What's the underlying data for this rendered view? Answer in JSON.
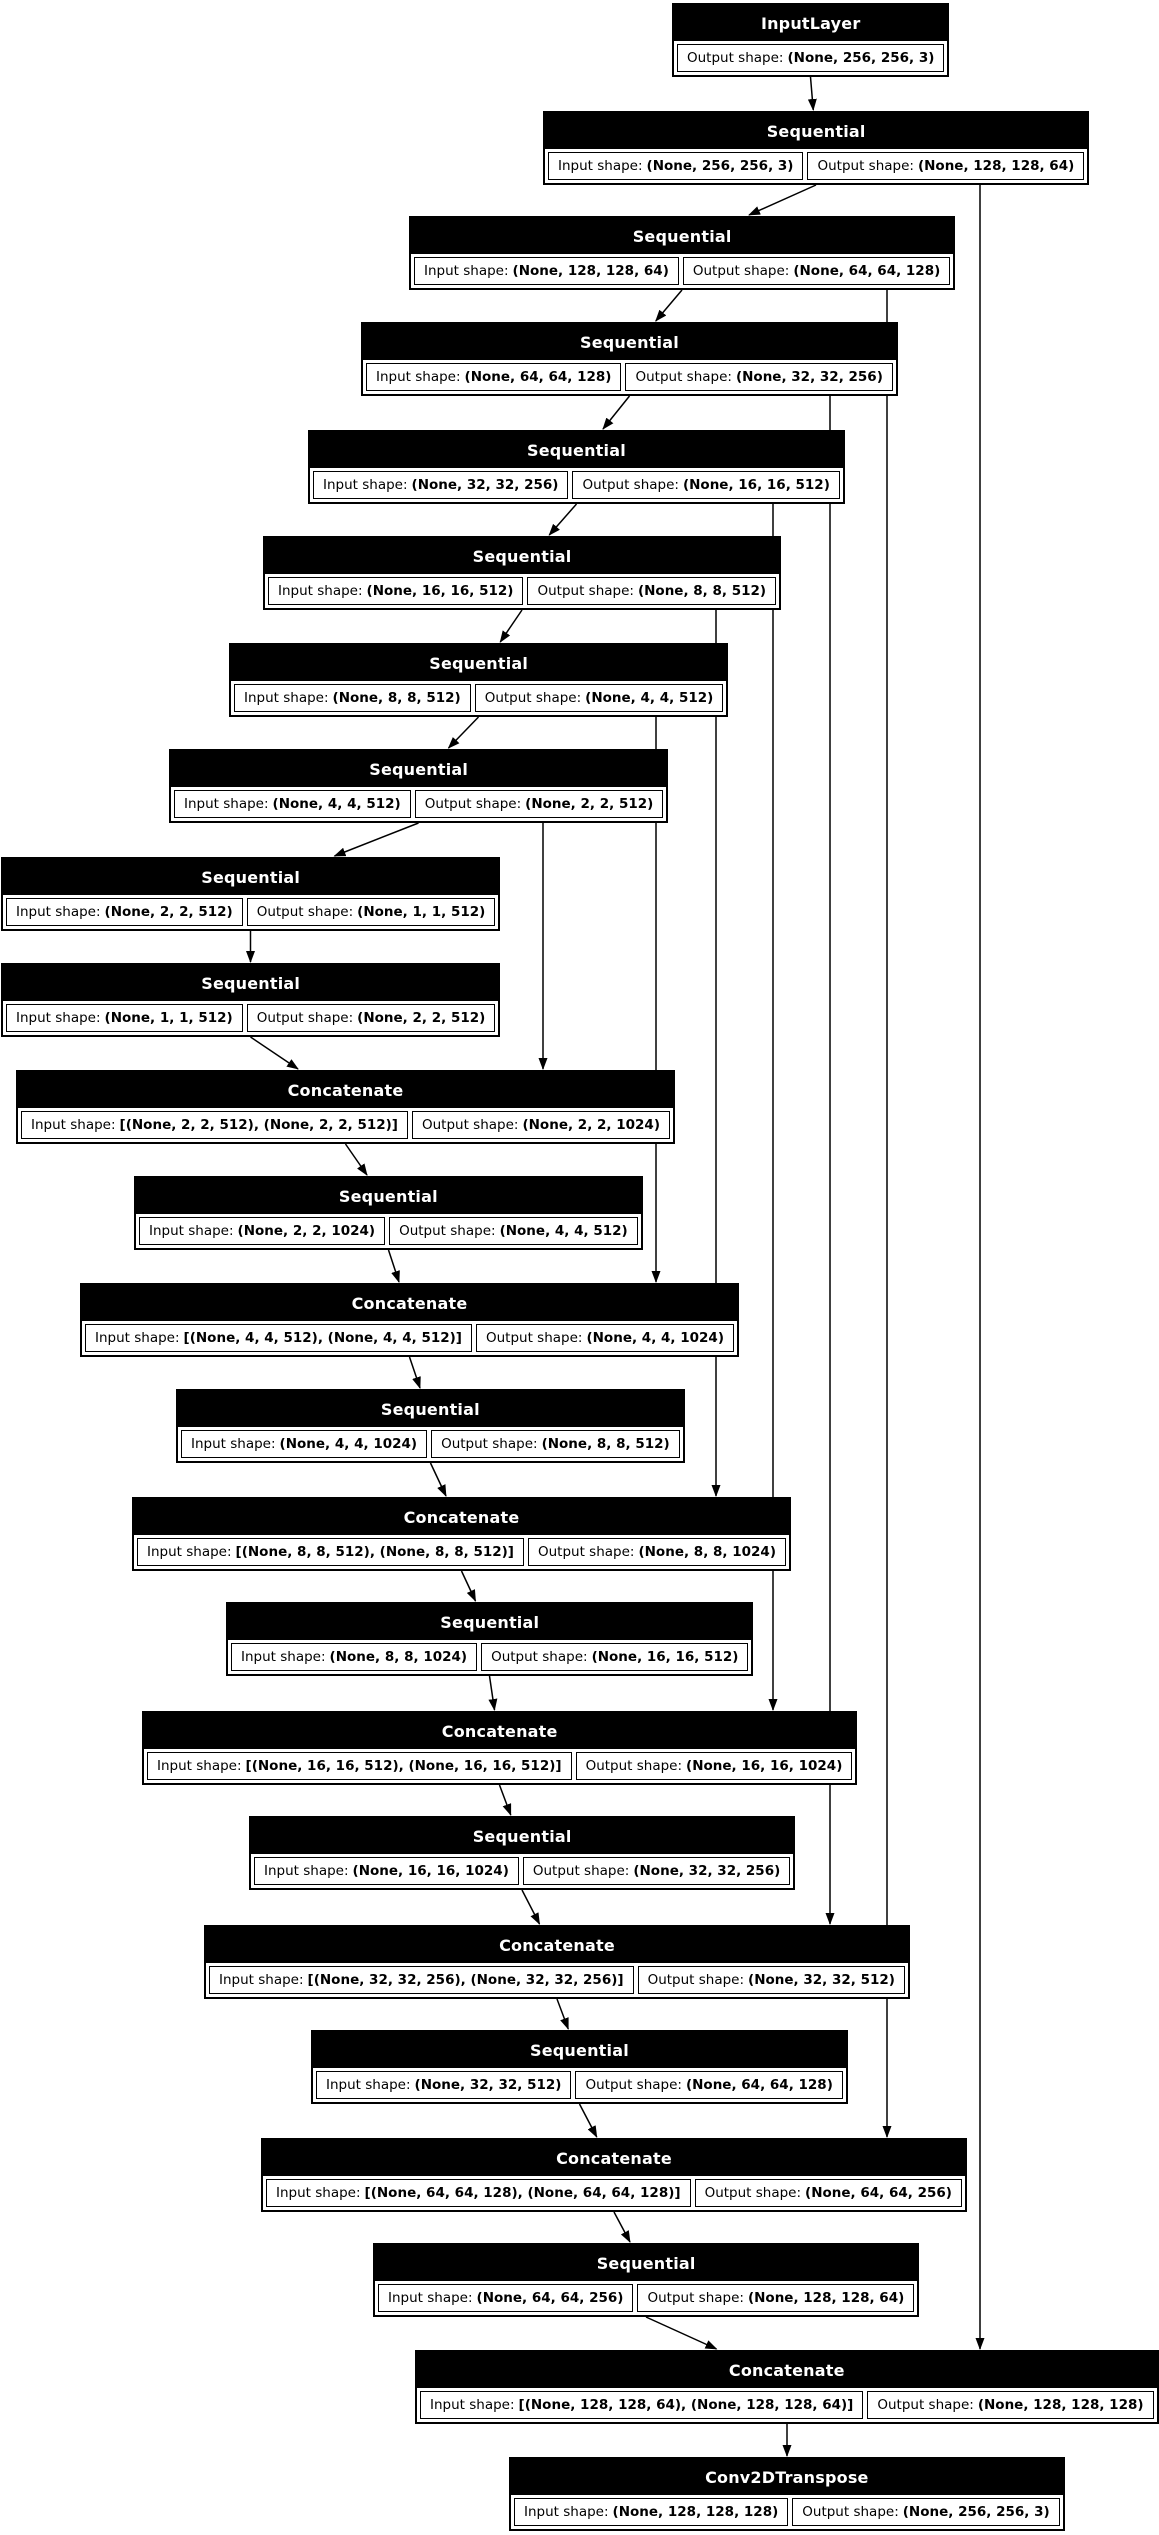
{
  "diagram": {
    "kind": "keras-model-graph",
    "labels": {
      "input_shape": "Input shape:",
      "output_shape": "Output shape:"
    },
    "colors": {
      "node_header_bg": "#000000",
      "node_header_text": "#ffffff",
      "node_body_bg": "#ffffff",
      "border": "#000000",
      "edge": "#000000",
      "background": "#ffffff"
    },
    "nodes": [
      {
        "id": "input",
        "title": "InputLayer",
        "input_shape": null,
        "output_shape": "(None, 256, 256, 3)"
      },
      {
        "id": "seq1",
        "title": "Sequential",
        "input_shape": "(None, 256, 256, 3)",
        "output_shape": "(None, 128, 128, 64)"
      },
      {
        "id": "seq2",
        "title": "Sequential",
        "input_shape": "(None, 128, 128, 64)",
        "output_shape": "(None, 64, 64, 128)"
      },
      {
        "id": "seq3",
        "title": "Sequential",
        "input_shape": "(None, 64, 64, 128)",
        "output_shape": "(None, 32, 32, 256)"
      },
      {
        "id": "seq4",
        "title": "Sequential",
        "input_shape": "(None, 32, 32, 256)",
        "output_shape": "(None, 16, 16, 512)"
      },
      {
        "id": "seq5",
        "title": "Sequential",
        "input_shape": "(None, 16, 16, 512)",
        "output_shape": "(None, 8, 8, 512)"
      },
      {
        "id": "seq6",
        "title": "Sequential",
        "input_shape": "(None, 8, 8, 512)",
        "output_shape": "(None, 4, 4, 512)"
      },
      {
        "id": "seq7",
        "title": "Sequential",
        "input_shape": "(None, 4, 4, 512)",
        "output_shape": "(None, 2, 2, 512)"
      },
      {
        "id": "seq8",
        "title": "Sequential",
        "input_shape": "(None, 2, 2, 512)",
        "output_shape": "(None, 1, 1, 512)"
      },
      {
        "id": "seq9",
        "title": "Sequential",
        "input_shape": "(None, 1, 1, 512)",
        "output_shape": "(None, 2, 2, 512)"
      },
      {
        "id": "cat1",
        "title": "Concatenate",
        "input_shape": "[(None, 2, 2, 512), (None, 2, 2, 512)]",
        "output_shape": "(None, 2, 2, 1024)"
      },
      {
        "id": "seq10",
        "title": "Sequential",
        "input_shape": "(None, 2, 2, 1024)",
        "output_shape": "(None, 4, 4, 512)"
      },
      {
        "id": "cat2",
        "title": "Concatenate",
        "input_shape": "[(None, 4, 4, 512), (None, 4, 4, 512)]",
        "output_shape": "(None, 4, 4, 1024)"
      },
      {
        "id": "seq11",
        "title": "Sequential",
        "input_shape": "(None, 4, 4, 1024)",
        "output_shape": "(None, 8, 8, 512)"
      },
      {
        "id": "cat3",
        "title": "Concatenate",
        "input_shape": "[(None, 8, 8, 512), (None, 8, 8, 512)]",
        "output_shape": "(None, 8, 8, 1024)"
      },
      {
        "id": "seq12",
        "title": "Sequential",
        "input_shape": "(None, 8, 8, 1024)",
        "output_shape": "(None, 16, 16, 512)"
      },
      {
        "id": "cat4",
        "title": "Concatenate",
        "input_shape": "[(None, 16, 16, 512), (None, 16, 16, 512)]",
        "output_shape": "(None, 16, 16, 1024)"
      },
      {
        "id": "seq13",
        "title": "Sequential",
        "input_shape": "(None, 16, 16, 1024)",
        "output_shape": "(None, 32, 32, 256)"
      },
      {
        "id": "cat5",
        "title": "Concatenate",
        "input_shape": "[(None, 32, 32, 256), (None, 32, 32, 256)]",
        "output_shape": "(None, 32, 32, 512)"
      },
      {
        "id": "seq14",
        "title": "Sequential",
        "input_shape": "(None, 32, 32, 512)",
        "output_shape": "(None, 64, 64, 128)"
      },
      {
        "id": "cat6",
        "title": "Concatenate",
        "input_shape": "[(None, 64, 64, 128), (None, 64, 64, 128)]",
        "output_shape": "(None, 64, 64, 256)"
      },
      {
        "id": "seq15",
        "title": "Sequential",
        "input_shape": "(None, 64, 64, 256)",
        "output_shape": "(None, 128, 128, 64)"
      },
      {
        "id": "cat7",
        "title": "Concatenate",
        "input_shape": "[(None, 128, 128, 64), (None, 128, 128, 64)]",
        "output_shape": "(None, 128, 128, 128)"
      },
      {
        "id": "out",
        "title": "Conv2DTranspose",
        "input_shape": "(None, 128, 128, 128)",
        "output_shape": "(None, 256, 256, 3)"
      }
    ],
    "edges": [
      {
        "from": "input",
        "to": "seq1",
        "type": "direct"
      },
      {
        "from": "seq1",
        "to": "seq2",
        "type": "direct"
      },
      {
        "from": "seq2",
        "to": "seq3",
        "type": "direct"
      },
      {
        "from": "seq3",
        "to": "seq4",
        "type": "direct"
      },
      {
        "from": "seq4",
        "to": "seq5",
        "type": "direct"
      },
      {
        "from": "seq5",
        "to": "seq6",
        "type": "direct"
      },
      {
        "from": "seq6",
        "to": "seq7",
        "type": "direct"
      },
      {
        "from": "seq7",
        "to": "seq8",
        "type": "direct"
      },
      {
        "from": "seq8",
        "to": "seq9",
        "type": "direct"
      },
      {
        "from": "seq9",
        "to": "cat1",
        "type": "direct"
      },
      {
        "from": "seq7",
        "to": "cat1",
        "type": "skip"
      },
      {
        "from": "cat1",
        "to": "seq10",
        "type": "direct"
      },
      {
        "from": "seq10",
        "to": "cat2",
        "type": "direct"
      },
      {
        "from": "seq6",
        "to": "cat2",
        "type": "skip"
      },
      {
        "from": "cat2",
        "to": "seq11",
        "type": "direct"
      },
      {
        "from": "seq11",
        "to": "cat3",
        "type": "direct"
      },
      {
        "from": "seq5",
        "to": "cat3",
        "type": "skip"
      },
      {
        "from": "cat3",
        "to": "seq12",
        "type": "direct"
      },
      {
        "from": "seq12",
        "to": "cat4",
        "type": "direct"
      },
      {
        "from": "seq4",
        "to": "cat4",
        "type": "skip"
      },
      {
        "from": "cat4",
        "to": "seq13",
        "type": "direct"
      },
      {
        "from": "seq13",
        "to": "cat5",
        "type": "direct"
      },
      {
        "from": "seq3",
        "to": "cat5",
        "type": "skip"
      },
      {
        "from": "cat5",
        "to": "seq14",
        "type": "direct"
      },
      {
        "from": "seq14",
        "to": "cat6",
        "type": "direct"
      },
      {
        "from": "seq2",
        "to": "cat6",
        "type": "skip"
      },
      {
        "from": "cat6",
        "to": "seq15",
        "type": "direct"
      },
      {
        "from": "seq15",
        "to": "cat7",
        "type": "direct"
      },
      {
        "from": "seq1",
        "to": "cat7",
        "type": "skip"
      },
      {
        "from": "cat7",
        "to": "out",
        "type": "direct"
      }
    ]
  }
}
